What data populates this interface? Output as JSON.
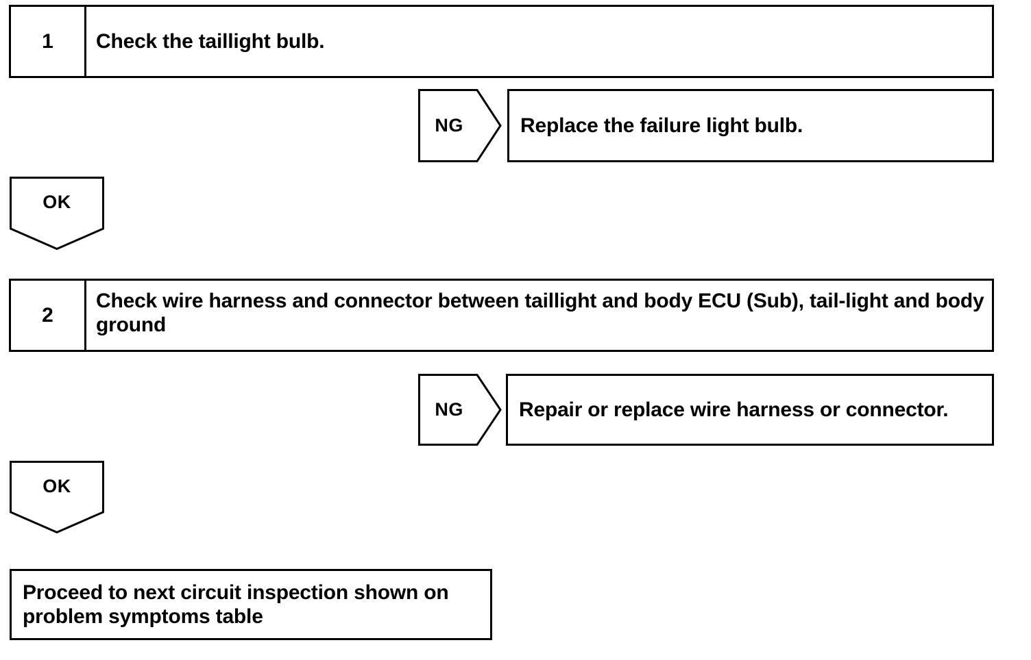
{
  "diagram": {
    "type": "troubleshooting-flowchart",
    "background_color": "#ffffff",
    "line_color": "#000000",
    "text_color": "#000000"
  },
  "steps": [
    {
      "number": "1",
      "text": "Check the taillight bulb."
    },
    {
      "number": "2",
      "text": "Check wire harness and connector between taillight and body ECU (Sub), tail-light and body ground"
    }
  ],
  "branches": [
    {
      "label": "NG",
      "action": "Replace the failure light bulb."
    },
    {
      "label": "NG",
      "action": "Repair or replace wire harness or connector."
    }
  ],
  "connectors": [
    {
      "label": "OK"
    },
    {
      "label": "OK"
    }
  ],
  "final": {
    "text": "Proceed to next circuit inspection shown on problem symptoms table"
  }
}
